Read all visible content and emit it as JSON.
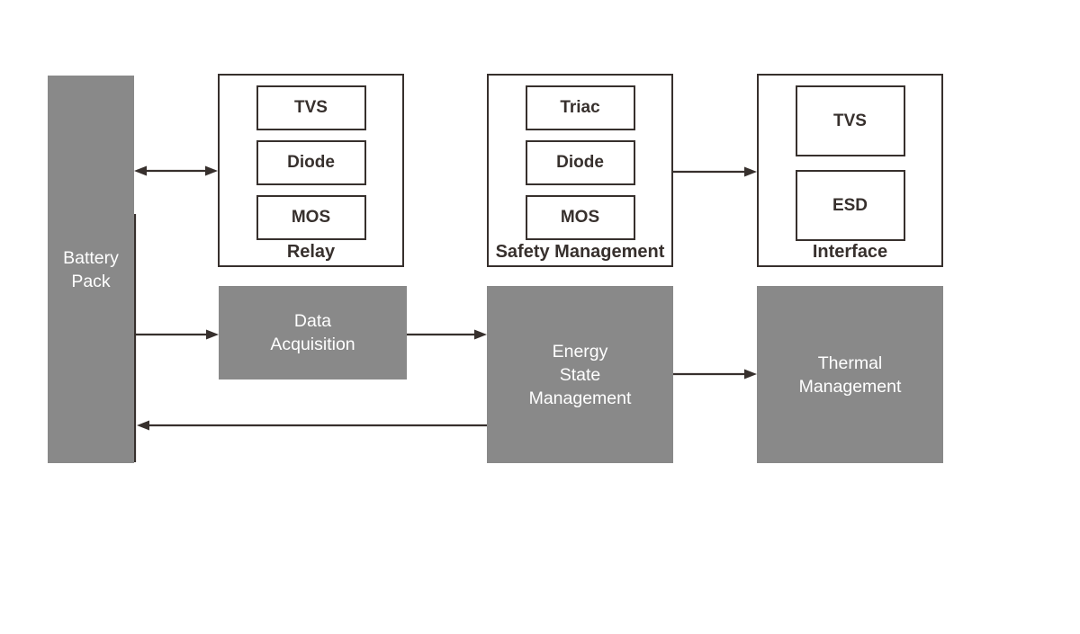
{
  "colors": {
    "line": "#37302d",
    "block_fill": "#898989",
    "block_text": "#ffffff",
    "box_fill": "#ffffff",
    "box_border": "#37302d",
    "box_text": "#37302d",
    "background": "#ffffff"
  },
  "groups": [
    {
      "label": "Relay",
      "items": [
        "TVS",
        "Diode",
        "MOS"
      ]
    },
    {
      "label": "Safety Management",
      "items": [
        "Triac",
        "Diode",
        "MOS"
      ]
    },
    {
      "label": "Interface",
      "items": [
        "TVS",
        "ESD"
      ]
    }
  ],
  "blocks": {
    "battery": {
      "lines": [
        "Battery",
        "Pack"
      ]
    },
    "data_acquisition": {
      "lines": [
        "Data",
        "Acquisition"
      ]
    },
    "energy_state_management": {
      "lines": [
        "Energy",
        "State",
        "Management"
      ]
    },
    "thermal_management": {
      "lines": [
        "Thermal",
        "Management"
      ]
    }
  },
  "connections": [
    {
      "from": "Battery Pack",
      "to": "Relay",
      "type": "bidirectional"
    },
    {
      "from": "Safety Management",
      "to": "Interface",
      "type": "directed"
    },
    {
      "from": "Battery Pack",
      "to": "Data Acquisition",
      "type": "directed"
    },
    {
      "from": "Data Acquisition",
      "to": "Energy State Management",
      "type": "directed"
    },
    {
      "from": "Energy State Management",
      "to": "Thermal Management",
      "type": "directed"
    },
    {
      "from": "Energy State Management",
      "to": "Battery Pack",
      "type": "directed"
    }
  ]
}
